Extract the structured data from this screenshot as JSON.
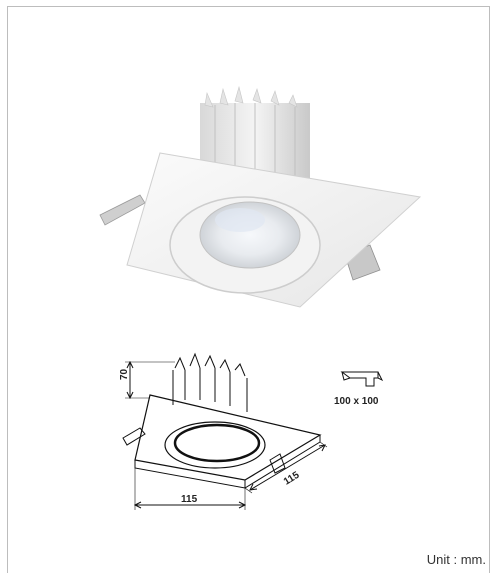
{
  "drawing": {
    "height_dim": "70",
    "width_dim": "115",
    "depth_dim": "115"
  },
  "cutout": {
    "size_label": "100 x 100"
  },
  "unit_label": "Unit : mm."
}
